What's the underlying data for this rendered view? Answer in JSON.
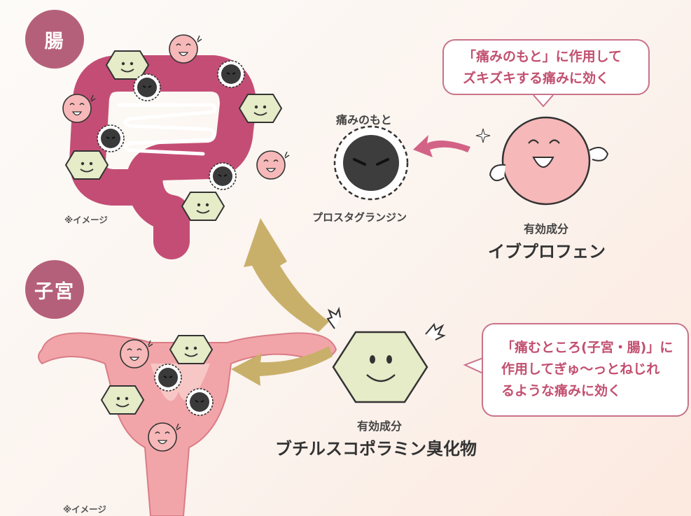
{
  "intestine": {
    "badge": "腸",
    "note": "※イメージ"
  },
  "uterus": {
    "badge": "子宮",
    "note": "※イメージ"
  },
  "pain_source": {
    "title": "痛みのもと",
    "name": "プロスタグランジン"
  },
  "ibuprofen": {
    "bubble": [
      "「痛みのもと」に作用して",
      "ズキズキする痛みに効く"
    ],
    "ingredient_label": "有効成分",
    "name": "イブプロフェン"
  },
  "butylscopolamine": {
    "bubble": [
      "「痛むところ(子宮・腸)」に",
      "作用してぎゅ〜っとねじれ",
      "るような痛みに効く"
    ],
    "ingredient_label": "有効成分",
    "name": "ブチルスコポラミン臭化物"
  },
  "colors": {
    "intestine": "#c44d76",
    "uterus": "#f2a5a9",
    "badge": "#b5607a",
    "bubble_text": "#c24f6f",
    "arrow_gold": "#c9b06a",
    "arrow_pink": "#d26386",
    "hexagon": "#e6ebc8"
  }
}
